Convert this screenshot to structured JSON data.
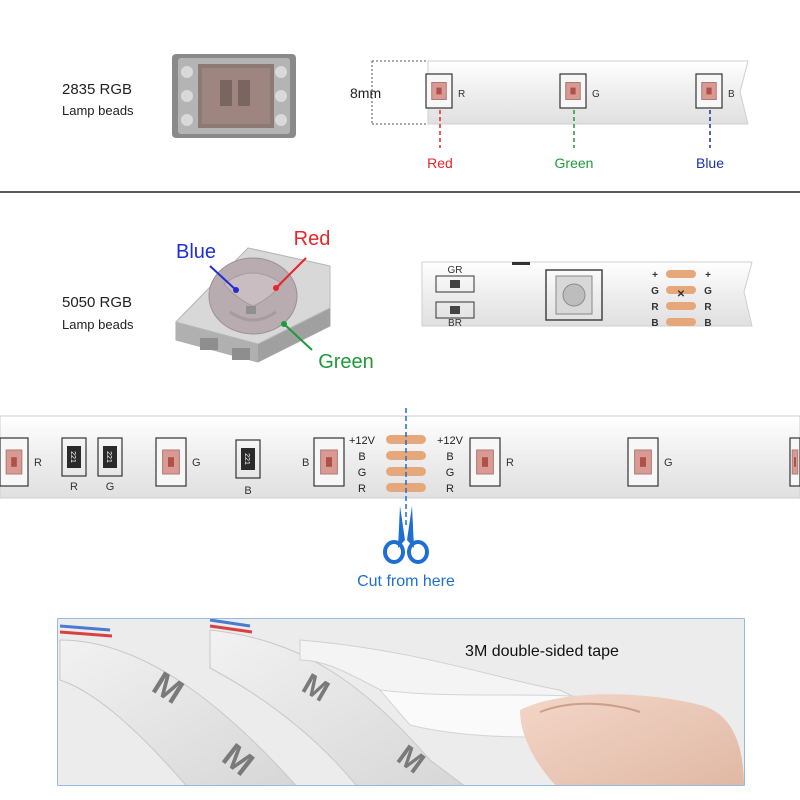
{
  "section_2835": {
    "title": "2835 RGB",
    "subtitle": "Lamp beads",
    "dimension": "8mm",
    "pad_labels": [
      "R",
      "G",
      "B"
    ],
    "callouts": [
      {
        "label": "Red",
        "color": "#e8252a"
      },
      {
        "label": "Green",
        "color": "#1f9a3a"
      },
      {
        "label": "Blue",
        "color": "#1c2fa8"
      }
    ]
  },
  "section_5050": {
    "title": "5050 RGB",
    "subtitle": "Lamp beads",
    "chip_callouts": [
      {
        "label": "Blue",
        "color": "#1f2fd1"
      },
      {
        "label": "Red",
        "color": "#e8252a"
      },
      {
        "label": "Green",
        "color": "#1f9a3a"
      }
    ],
    "resistor_labels": [
      "GR",
      "BR"
    ],
    "pad_rows": [
      "+",
      "G",
      "R",
      "B"
    ]
  },
  "strip": {
    "led_labels": [
      "R",
      "G",
      "B",
      "R",
      "G"
    ],
    "resistor_labels": [
      "R",
      "G",
      "B"
    ],
    "resistor_marking": "221",
    "pad_rows": [
      "+12V",
      "B",
      "G",
      "R"
    ],
    "cut_label": "Cut from here",
    "cut_color": "#1e6fd1"
  },
  "tape": {
    "label": "3M double-sided tape",
    "logo_letter": "M"
  },
  "colors": {
    "pad_copper": "#e6a87a",
    "strip_bg": "#f1f1f1",
    "frame_blue": "#6ea6d8"
  }
}
